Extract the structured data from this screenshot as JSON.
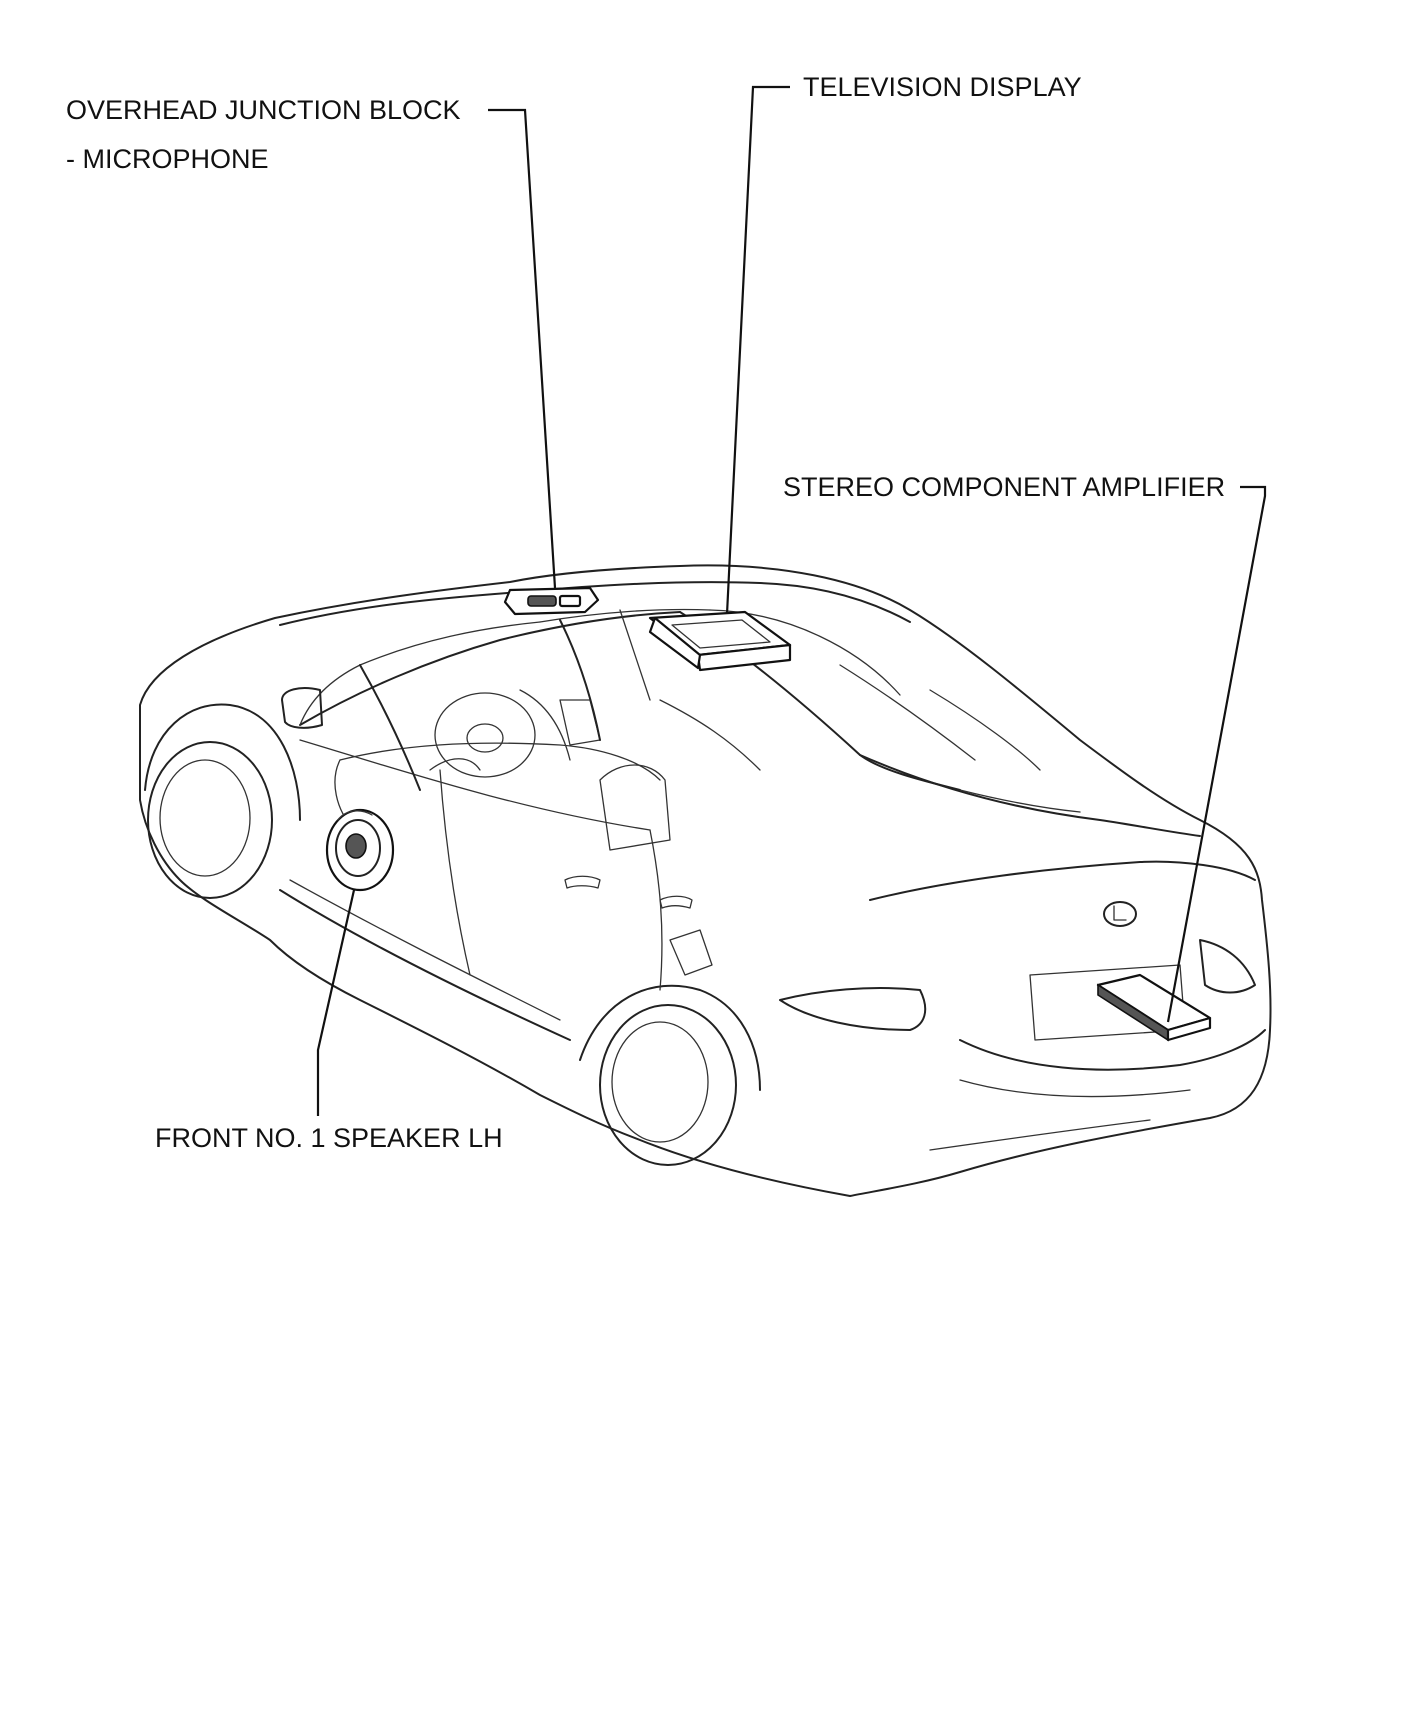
{
  "labels": {
    "overhead_junction_block": "OVERHEAD JUNCTION BLOCK",
    "microphone": "- MICROPHONE",
    "television_display": "TELEVISION DISPLAY",
    "stereo_component_amplifier": "STEREO COMPONENT AMPLIFIER",
    "front_no1_speaker_lh": "FRONT NO. 1 SPEAKER LH"
  },
  "colors": {
    "line": "#111111",
    "background": "#ffffff"
  }
}
